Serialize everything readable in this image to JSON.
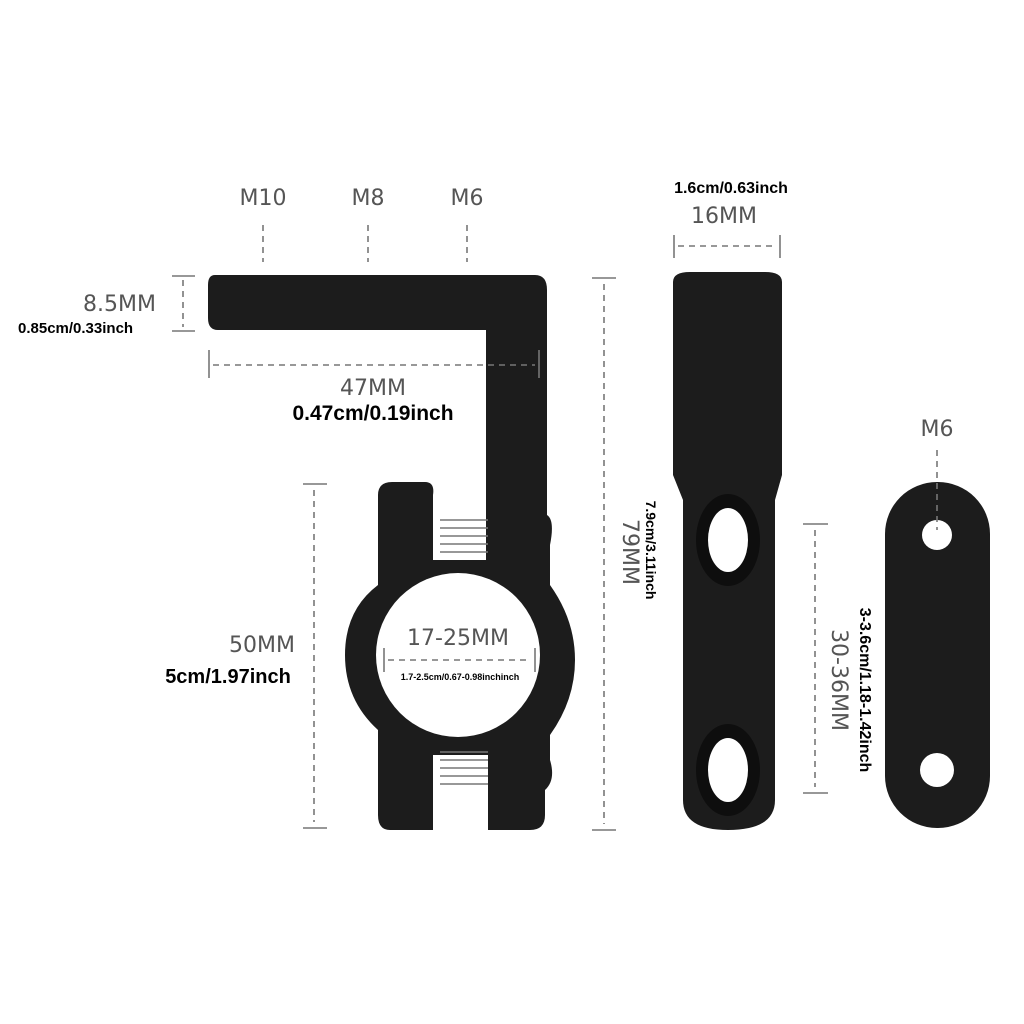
{
  "bracket": {
    "thread_sizes": [
      "M10",
      "M8",
      "M6"
    ],
    "arm_thickness_mm": "8.5MM",
    "arm_thickness_in": "0.85cm/0.33inch",
    "arm_length_mm": "47MM",
    "arm_length_in": "0.47cm/0.19inch",
    "clamp_height_mm": "50MM",
    "clamp_height_in": "5cm/1.97inch",
    "clamp_range_mm": "17-25MM",
    "clamp_range_in": "1.7-2.5cm/0.67-0.98inchinch",
    "total_height_mm": "79MM",
    "total_height_in": "7.9cm/3.11inch"
  },
  "riser": {
    "width_in": "1.6cm/0.63inch",
    "width_mm": "16MM",
    "hole_spacing_mm": "30-36MM",
    "hole_spacing_in": "3-3.6cm/1.18-1.42inch"
  },
  "plate": {
    "thread_size": "M6"
  }
}
